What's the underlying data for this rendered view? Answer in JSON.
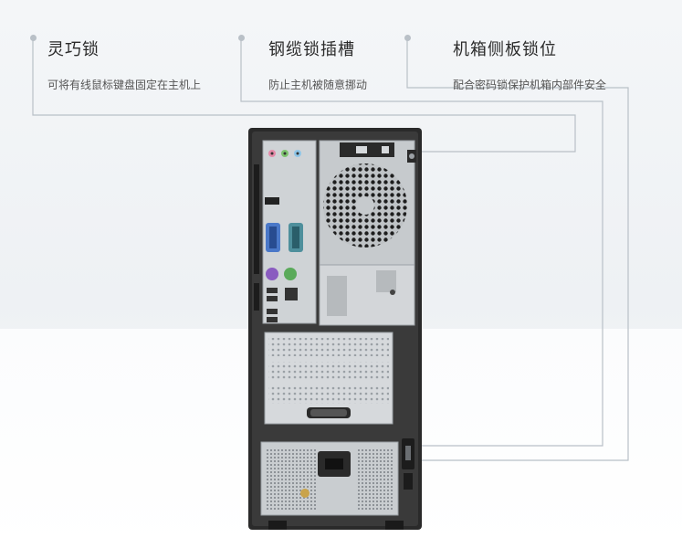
{
  "features": [
    {
      "title": "灵巧锁",
      "desc": "可将有线鼠标键盘固定在主机上",
      "icon": "dot-marker"
    },
    {
      "title": "钢缆锁插槽",
      "desc": "防止主机被随意挪动",
      "icon": "dot-marker"
    },
    {
      "title": "机箱侧板锁位",
      "desc": "配合密码锁保护机箱内部件安全",
      "icon": "dot-marker"
    }
  ],
  "colors": {
    "accent_line": "#b9c0c7",
    "chassis": "#2a2a2a",
    "panel": "#d6d9dc",
    "port_blue": "#4a78c8",
    "port_purple": "#8a5cc0",
    "port_green": "#5aaa5a"
  }
}
